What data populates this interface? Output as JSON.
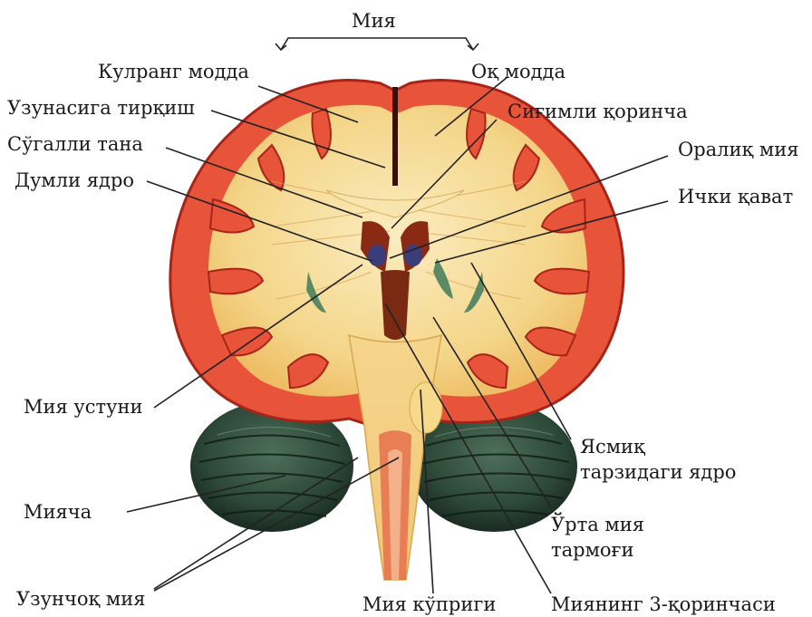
{
  "labels": {
    "brain": "Мия",
    "gray_matter": "Кулранг модда",
    "white_matter": "Оқ модда",
    "longitudinal_fissure": "Узунасига тирқиш",
    "lateral_ventricle": "Сиғимли қоринча",
    "corpus_callosum": "Сўгалли тана",
    "diencephalon": "Оралиқ мия",
    "caudate_nucleus": "Думли ядро",
    "internal_capsule": "Ички қават",
    "fornix": "Мия устуни",
    "lentiform_line1": "Ясмиқ",
    "lentiform_line2": "тарзидаги ядро",
    "cerebellum": "Мияча",
    "midbrain_line1": "Ўрта мия",
    "midbrain_line2": "тармоғи",
    "medulla": "Узунчоқ мия",
    "pons": "Мия кўприги",
    "third_ventricle": "Миянинг 3-қоринчаси"
  },
  "colors": {
    "cortex": "#e8543a",
    "cortex_dark": "#b8281c",
    "white_matter": "#f6d98c",
    "white_matter_light": "#fbe9b4",
    "ventricle": "#8a2a14",
    "cerebellum": "#2e4a3a",
    "cerebellum_dark": "#1c2e24",
    "leader": "#222222"
  }
}
